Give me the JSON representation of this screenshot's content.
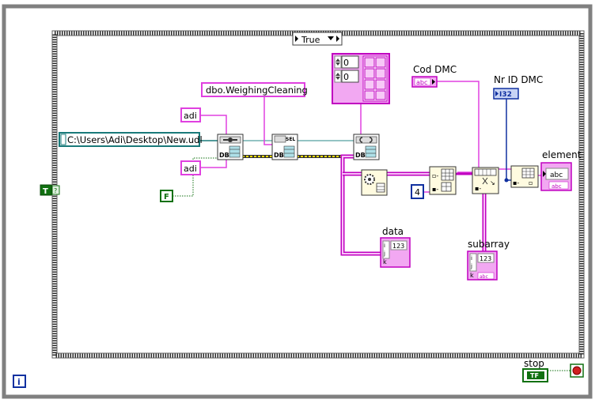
{
  "case_selector": {
    "value": "True"
  },
  "constants": {
    "connection_path": "C:\\Users\\Adi\\Desktop\\New.udl",
    "table_name": "dbo.WeighingCleaning",
    "user_top": "adi",
    "password_bottom": "adi",
    "false_const": "F",
    "index_const": "4",
    "array_values": [
      "0",
      "0"
    ]
  },
  "labels": {
    "cod_dmc": "Cod DMC",
    "nr_id_dmc": "Nr ID DMC",
    "element": "element",
    "data": "data",
    "subarray": "subarray",
    "stop": "stop"
  },
  "terminals": {
    "bool_true": "T",
    "type_abc": "abc",
    "type_i32": "I32",
    "type_123": "123",
    "stop_tf": "TF",
    "iteration": "i"
  },
  "colors": {
    "string_wire": "#e040e0",
    "numeric_wire": "#1030a0",
    "boolean_wire": "#107010",
    "cluster_wire": "#d4c200",
    "frame_border": "#707070",
    "path_wire": "#1a7a7a",
    "stop_button": "#d02020"
  }
}
